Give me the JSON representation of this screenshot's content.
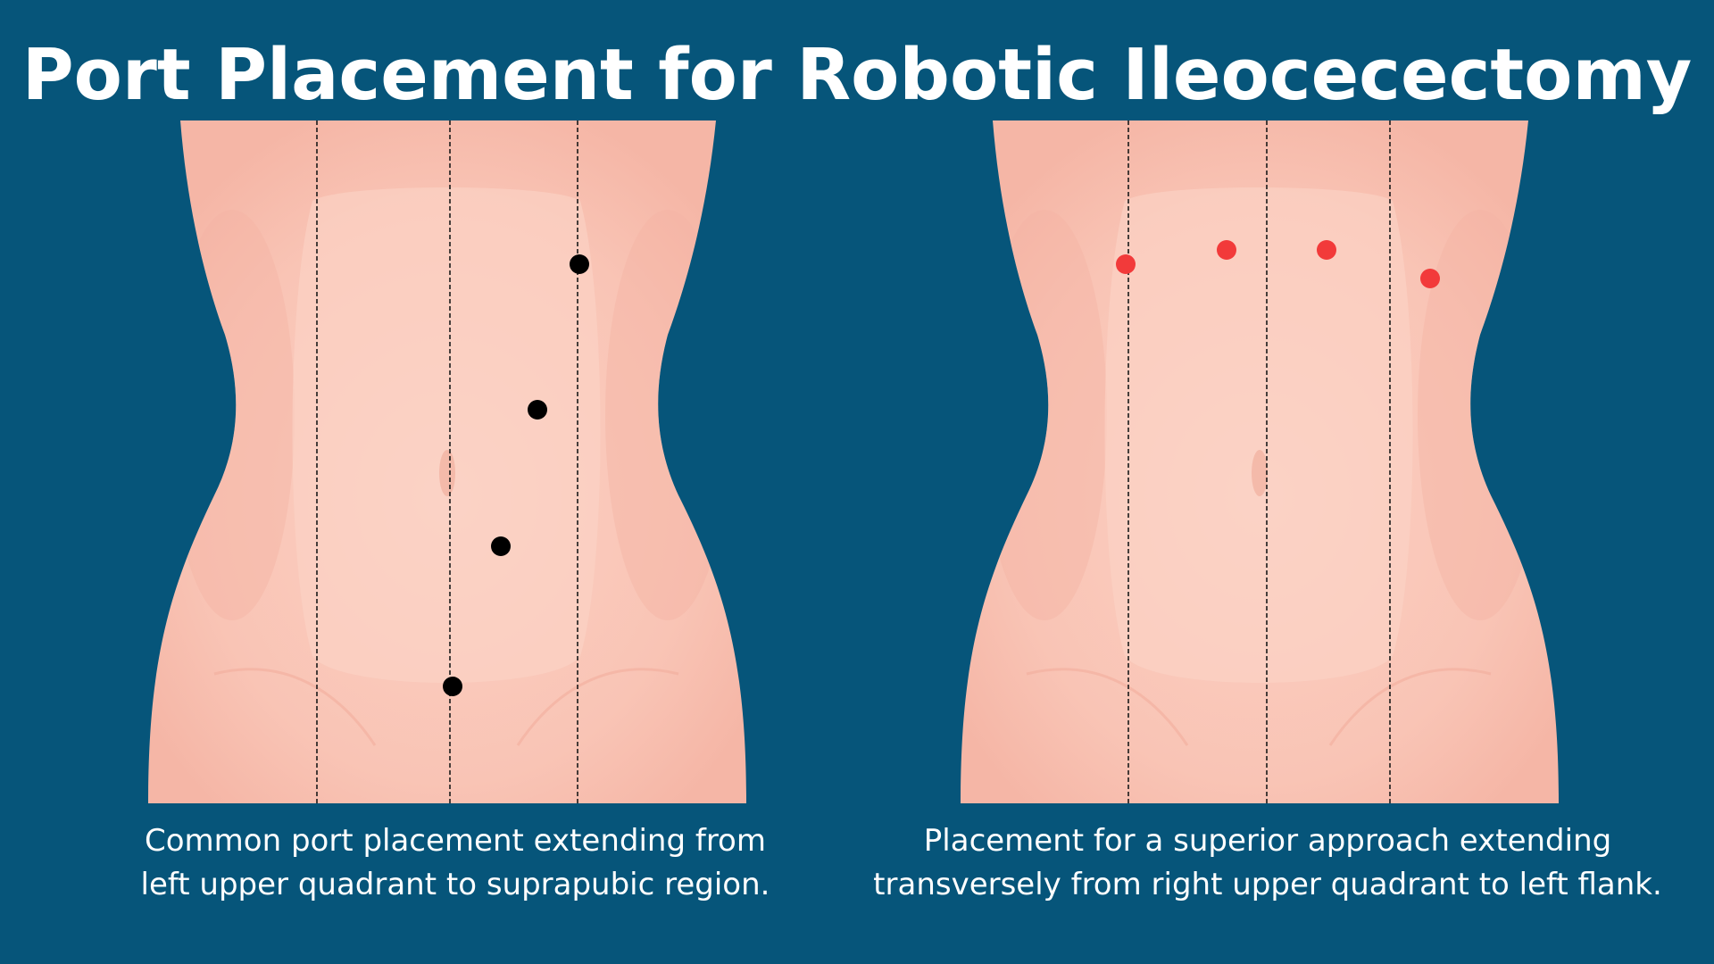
{
  "title": "Port Placement for Robotic Ileocecectomy",
  "colors": {
    "background": "#06557a",
    "skin": "#f9c6b8",
    "skin_shade": "#f4b2a2",
    "divider": "#1a1a1a",
    "left_ports": "#000000",
    "right_ports": "#f23a3a",
    "text": "#ffffff"
  },
  "left_panel": {
    "caption_line1": "Common port placement extending from",
    "caption_line2": "left upper quadrant to suprapubic region.",
    "port_color": "left_ports",
    "port_count": 4
  },
  "right_panel": {
    "caption_line1": "Placement for a superior approach extending",
    "caption_line2": "transversely from right upper quadrant to left flank.",
    "port_color": "right_ports",
    "port_count": 4
  }
}
